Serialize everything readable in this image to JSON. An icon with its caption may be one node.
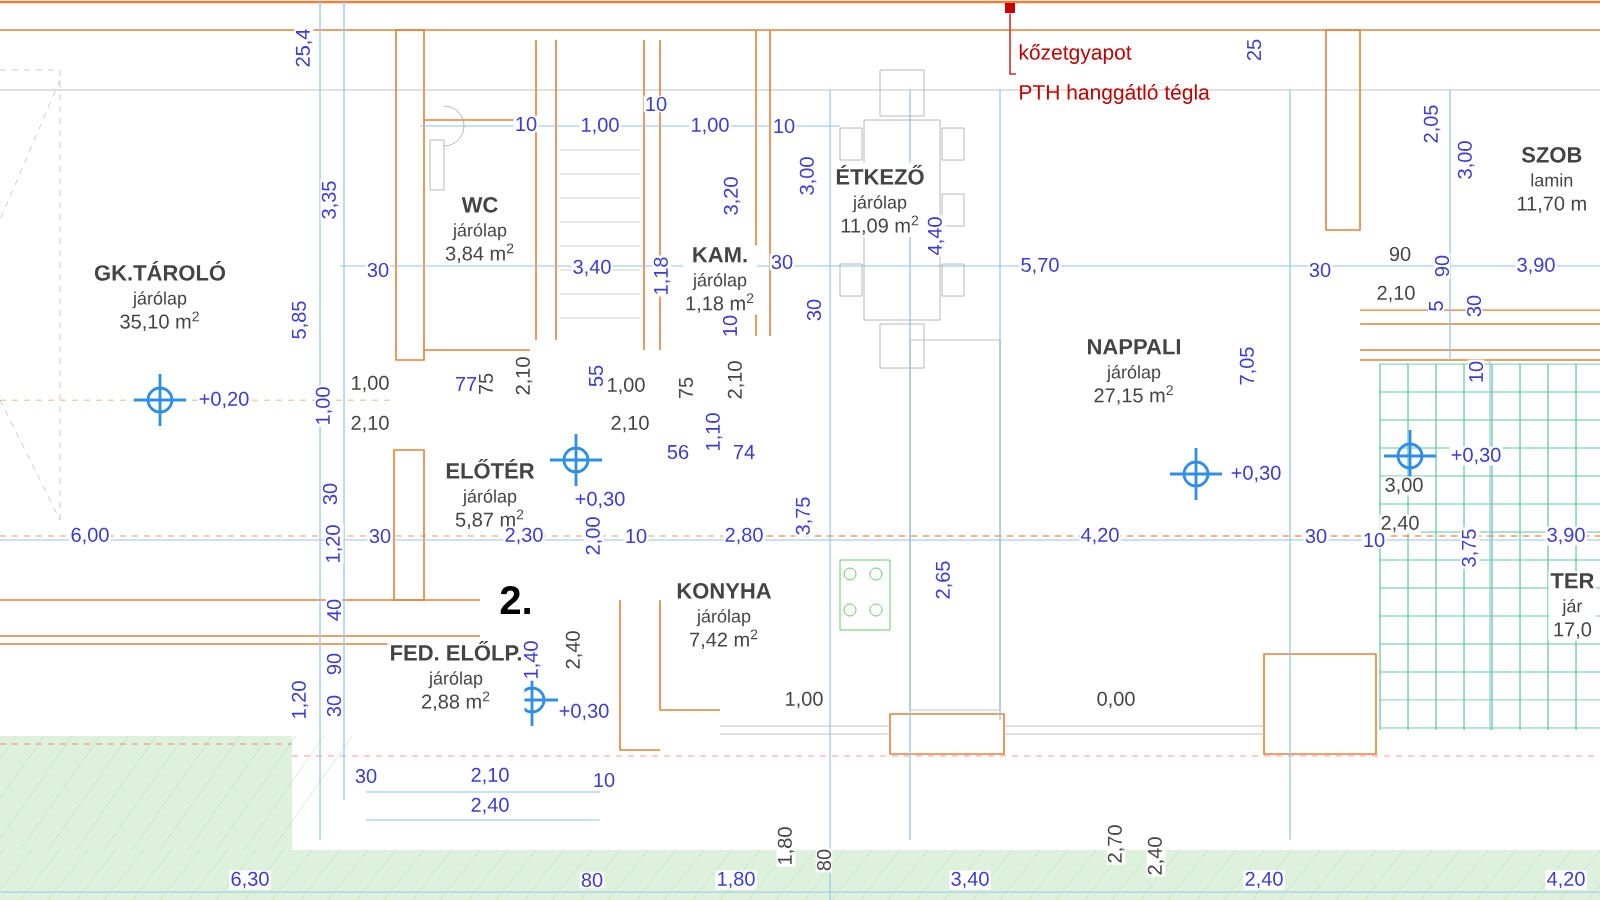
{
  "diagram": {
    "nodes": [
      {
        "text": [
          "GK.TÁROLÓ",
          "járólap",
          "35,10 m$^{2}$"
        ]
      },
      {
        "text": [
          "WC",
          "járólap",
          "3,84 m$^{2}$"
        ]
      },
      {
        "text": [
          "KAM.",
          "járólap",
          "1,18 m$^{2}$"
        ]
      },
      {
        "text": [
          "ÉTKEZŐ",
          "járólap",
          "11,09 m$^{2}$"
        ]
      },
      {
        "text": [
          "SZOB",
          "lamin",
          "11,70 m"
        ]
      },
      {
        "text": [
          "NAPPALI",
          "járólap",
          "27,15 m$^{2}$"
        ]
      },
      {
        "text": [
          "ELŐTÉR",
          "járólap",
          "5,87 m$^{2}$"
        ]
      },
      {
        "text": [
          "KONYHA",
          "járólap",
          "7,42 m$^{2}$"
        ]
      },
      {
        "text": [
          "FED. ELŐLP.",
          "járólap",
          "2,88 m$^{2}$"
        ]
      },
      {
        "text": [
          "TER",
          "jár",
          "17,0"
        ]
      },
      {
        "text": [
          "kőzetgyapot",
          "PTH hanggátló tégla"
        ]
      },
      {
        "text": [],
        "shape": "box"
      }
    ],
    "edges": [
      {
        "from": 10,
        "to": 11,
        "arrow": "none",
        "color": "#d0312d"
      }
    ],
    "labels": [
      "25,4",
      "10",
      "1,00",
      "10",
      "1,00",
      "10",
      "25",
      "3,35",
      "3,00",
      "3,20",
      "2,05",
      "3,00",
      "4,40",
      "30",
      "3,40",
      "30",
      "1,18",
      "5,70",
      "30",
      "90",
      "90",
      "3,90",
      "5,85",
      "10",
      "30",
      "2,10",
      "5",
      "30",
      "1,00",
      "77",
      "75",
      "2,10",
      "55",
      "1,00",
      "75",
      "2,10",
      "7,05",
      "10",
      "1,00",
      "+0,20",
      "2,10",
      "2,10",
      "1,10",
      "56",
      "74",
      "+0,30",
      "30",
      "+0,30",
      "+0,30",
      "3,00",
      "6,00",
      "1,20",
      "30",
      "2,30",
      "2,00",
      "10",
      "2,80",
      "3,75",
      "4,20",
      "30",
      "2,40",
      "10",
      "3,75",
      "3,90",
      "40",
      "2.",
      "2,65",
      "1,40",
      "2,40",
      "90",
      "1,20",
      "30",
      "+0,30",
      "1,00",
      "0,00",
      "30",
      "2,10",
      "10",
      "2,40",
      "1,80",
      "80",
      "2,70",
      "2,40",
      "6,30",
      "80",
      "1,80",
      "3,40",
      "2,40",
      "4,20"
    ]
  }
}
